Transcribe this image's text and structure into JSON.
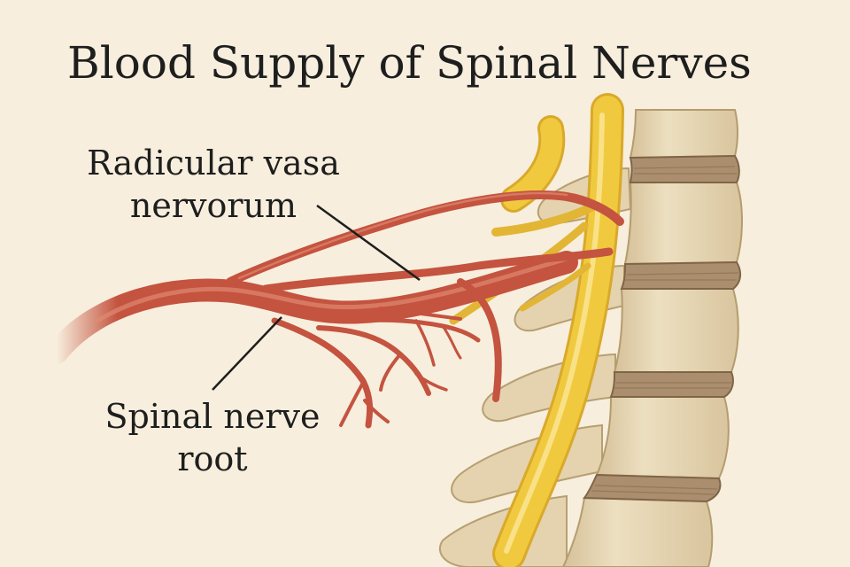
{
  "title": "Blood Supply of Spinal Nerves",
  "labels": {
    "vasa_nervorum": {
      "line1": "Radicular vasa",
      "line2": "nervorum"
    },
    "nerve_root": {
      "line1": "Spinal nerve",
      "line2": "root"
    }
  },
  "colors": {
    "background": "#f7eedd",
    "bone": "#e6d6b2",
    "bone_shadow": "#c9b283",
    "disc": "#ab8e6e",
    "nerve": "#f1c93e",
    "nerve_highlight": "#fbe79a",
    "vessel": "#c4533f",
    "vessel_highlight": "#e08a72",
    "leader_line": "#1e1e1e"
  }
}
